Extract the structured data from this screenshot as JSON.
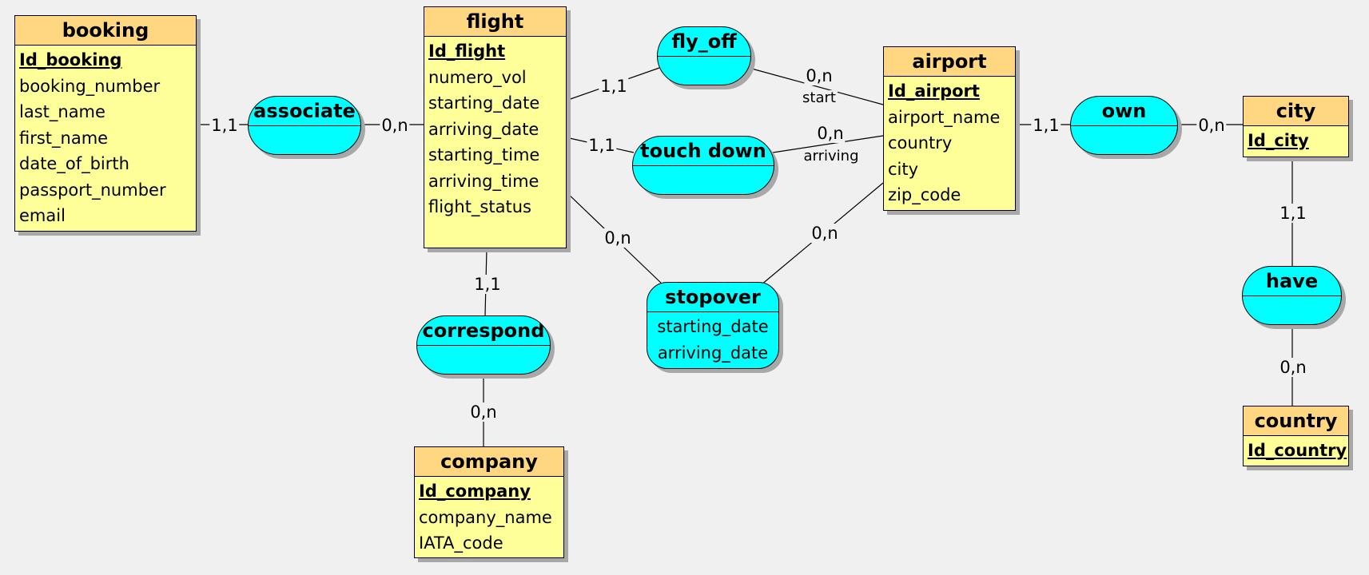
{
  "entities": {
    "booking": {
      "name": "booking",
      "attributes": [
        "Id_booking",
        "booking_number",
        "last_name",
        "first_name",
        "date_of_birth",
        "passport_number",
        "email"
      ]
    },
    "flight": {
      "name": "flight",
      "attributes": [
        "Id_flight",
        "numero_vol",
        "starting_date",
        "arriving_date",
        "starting_time",
        "arriving_time",
        "flight_status"
      ]
    },
    "airport": {
      "name": "airport",
      "attributes": [
        "Id_airport",
        "airport_name",
        "country",
        "city",
        "zip_code"
      ]
    },
    "city": {
      "name": "city",
      "attributes": [
        "Id_city"
      ]
    },
    "company": {
      "name": "company",
      "attributes": [
        "Id_company",
        "company_name",
        "IATA_code"
      ]
    },
    "country": {
      "name": "country",
      "attributes": [
        "Id_country"
      ]
    }
  },
  "relationships": {
    "associate": {
      "name": "associate"
    },
    "fly_off": {
      "name": "fly_off"
    },
    "touch_down": {
      "name": "touch down"
    },
    "stopover": {
      "name": "stopover",
      "attributes": [
        "starting_date",
        "arriving_date"
      ]
    },
    "own": {
      "name": "own"
    },
    "correspond": {
      "name": "correspond"
    },
    "have": {
      "name": "have"
    }
  },
  "cardinalities": {
    "booking_associate": "1,1",
    "associate_flight": "0,n",
    "flight_flyoff": "1,1",
    "flyoff_airport": "0,n",
    "flight_touchdown": "1,1",
    "touchdown_airport": "0,n",
    "flight_stopover": "0,n",
    "stopover_airport": "0,n",
    "airport_own": "1,1",
    "own_city": "0,n",
    "flight_correspond": "1,1",
    "correspond_company": "0,n",
    "city_have": "1,1",
    "have_country": "0,n"
  },
  "roles": {
    "flyoff_airport": "start",
    "touchdown_airport": "arriving"
  }
}
